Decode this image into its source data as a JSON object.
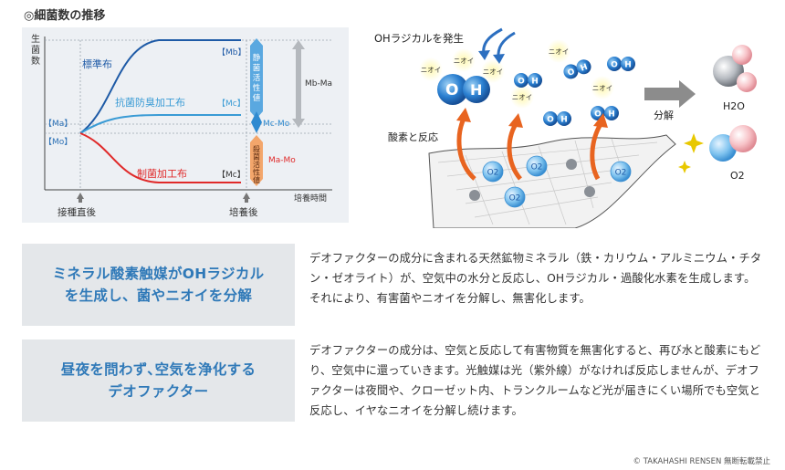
{
  "section_title": "◎細菌数の推移",
  "chart": {
    "y_axis_label": "生菌数",
    "x_axis_label": "培養時間",
    "tick_labels": {
      "ma": "【Ma】",
      "mo": "【Mo】"
    },
    "series": [
      {
        "name": "標準布",
        "end_label": "【Mb】",
        "color": "#1e5aa6"
      },
      {
        "name": "抗菌防臭加工布",
        "end_label": "【Mc】",
        "color": "#3a9bd5"
      },
      {
        "name": "制菌加工布",
        "end_label": "【Mc】",
        "color": "#e02a2a"
      }
    ],
    "brackets": {
      "static_activity": "静菌活性値",
      "bactericidal_activity": "殺菌活性値",
      "mc_mo": "Mc-Mo",
      "ma_mo": "Ma-Mo",
      "mb_ma": "Mb-Ma"
    },
    "x_markers": {
      "after_inoculation": "接種直後",
      "after_culture": "培養後"
    }
  },
  "illustration": {
    "oh_generation": "OHラジカルを発生",
    "react_oxygen": "酸素と反応",
    "decompose": "分解",
    "odor": "ニオイ",
    "oh": "OH",
    "o2": "O2",
    "h2o_label": "H2O",
    "o2_label": "O2"
  },
  "features": [
    {
      "heading": "ミネラル酸素触媒がOHラジカル\nを生成し、菌やニオイを分解",
      "text": "デオファクターの成分に含まれる天然鉱物ミネラル（鉄・カリウム・アルミニウム・チタン・ゼオライト）が、空気中の水分と反応し、OHラジカル・過酸化水素を生成します。それにより、有害菌やニオイを分解し、無害化します。"
    },
    {
      "heading": "昼夜を問わず､空気を浄化する\nデオファクター",
      "text": "デオファクターの成分は、空気と反応して有害物質を無害化すると、再び水と酸素にもどり、空気中に還っていきます。光触媒は光（紫外線）がなければ反応しませんが、デオファクターは夜間や、クローゼット内、トランクルームなど光が届きにくい場所でも空気と反応し、イヤなニオイを分解し続けます。"
    }
  ],
  "copyright": "© TAKAHASHI RENSEN 無断転載禁止"
}
